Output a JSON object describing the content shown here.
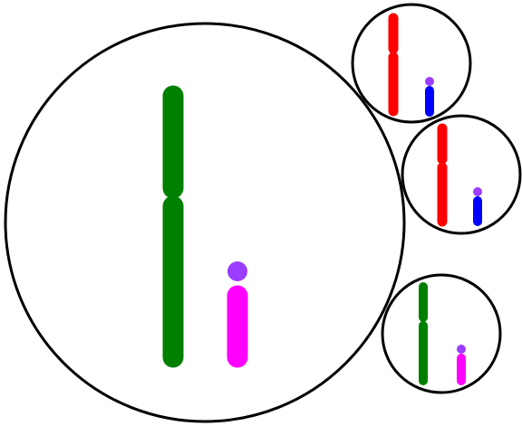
{
  "title": "",
  "colors": {
    "outline": "#000000",
    "background": "#ffffff"
  },
  "cells": [
    {
      "role": "parent",
      "chromosome_a_color": "#008000",
      "chromosome_b_color": "#ff00ff",
      "centromere_color": "#9b3dff"
    },
    {
      "role": "daughter",
      "chromosome_a_color": "#ff0000",
      "chromosome_b_color": "#0000ff",
      "centromere_color": "#9b3dff"
    },
    {
      "role": "daughter",
      "chromosome_a_color": "#ff0000",
      "chromosome_b_color": "#0000ff",
      "centromere_color": "#9b3dff"
    },
    {
      "role": "daughter",
      "chromosome_a_color": "#008000",
      "chromosome_b_color": "#ff00ff",
      "centromere_color": "#9b3dff"
    }
  ]
}
